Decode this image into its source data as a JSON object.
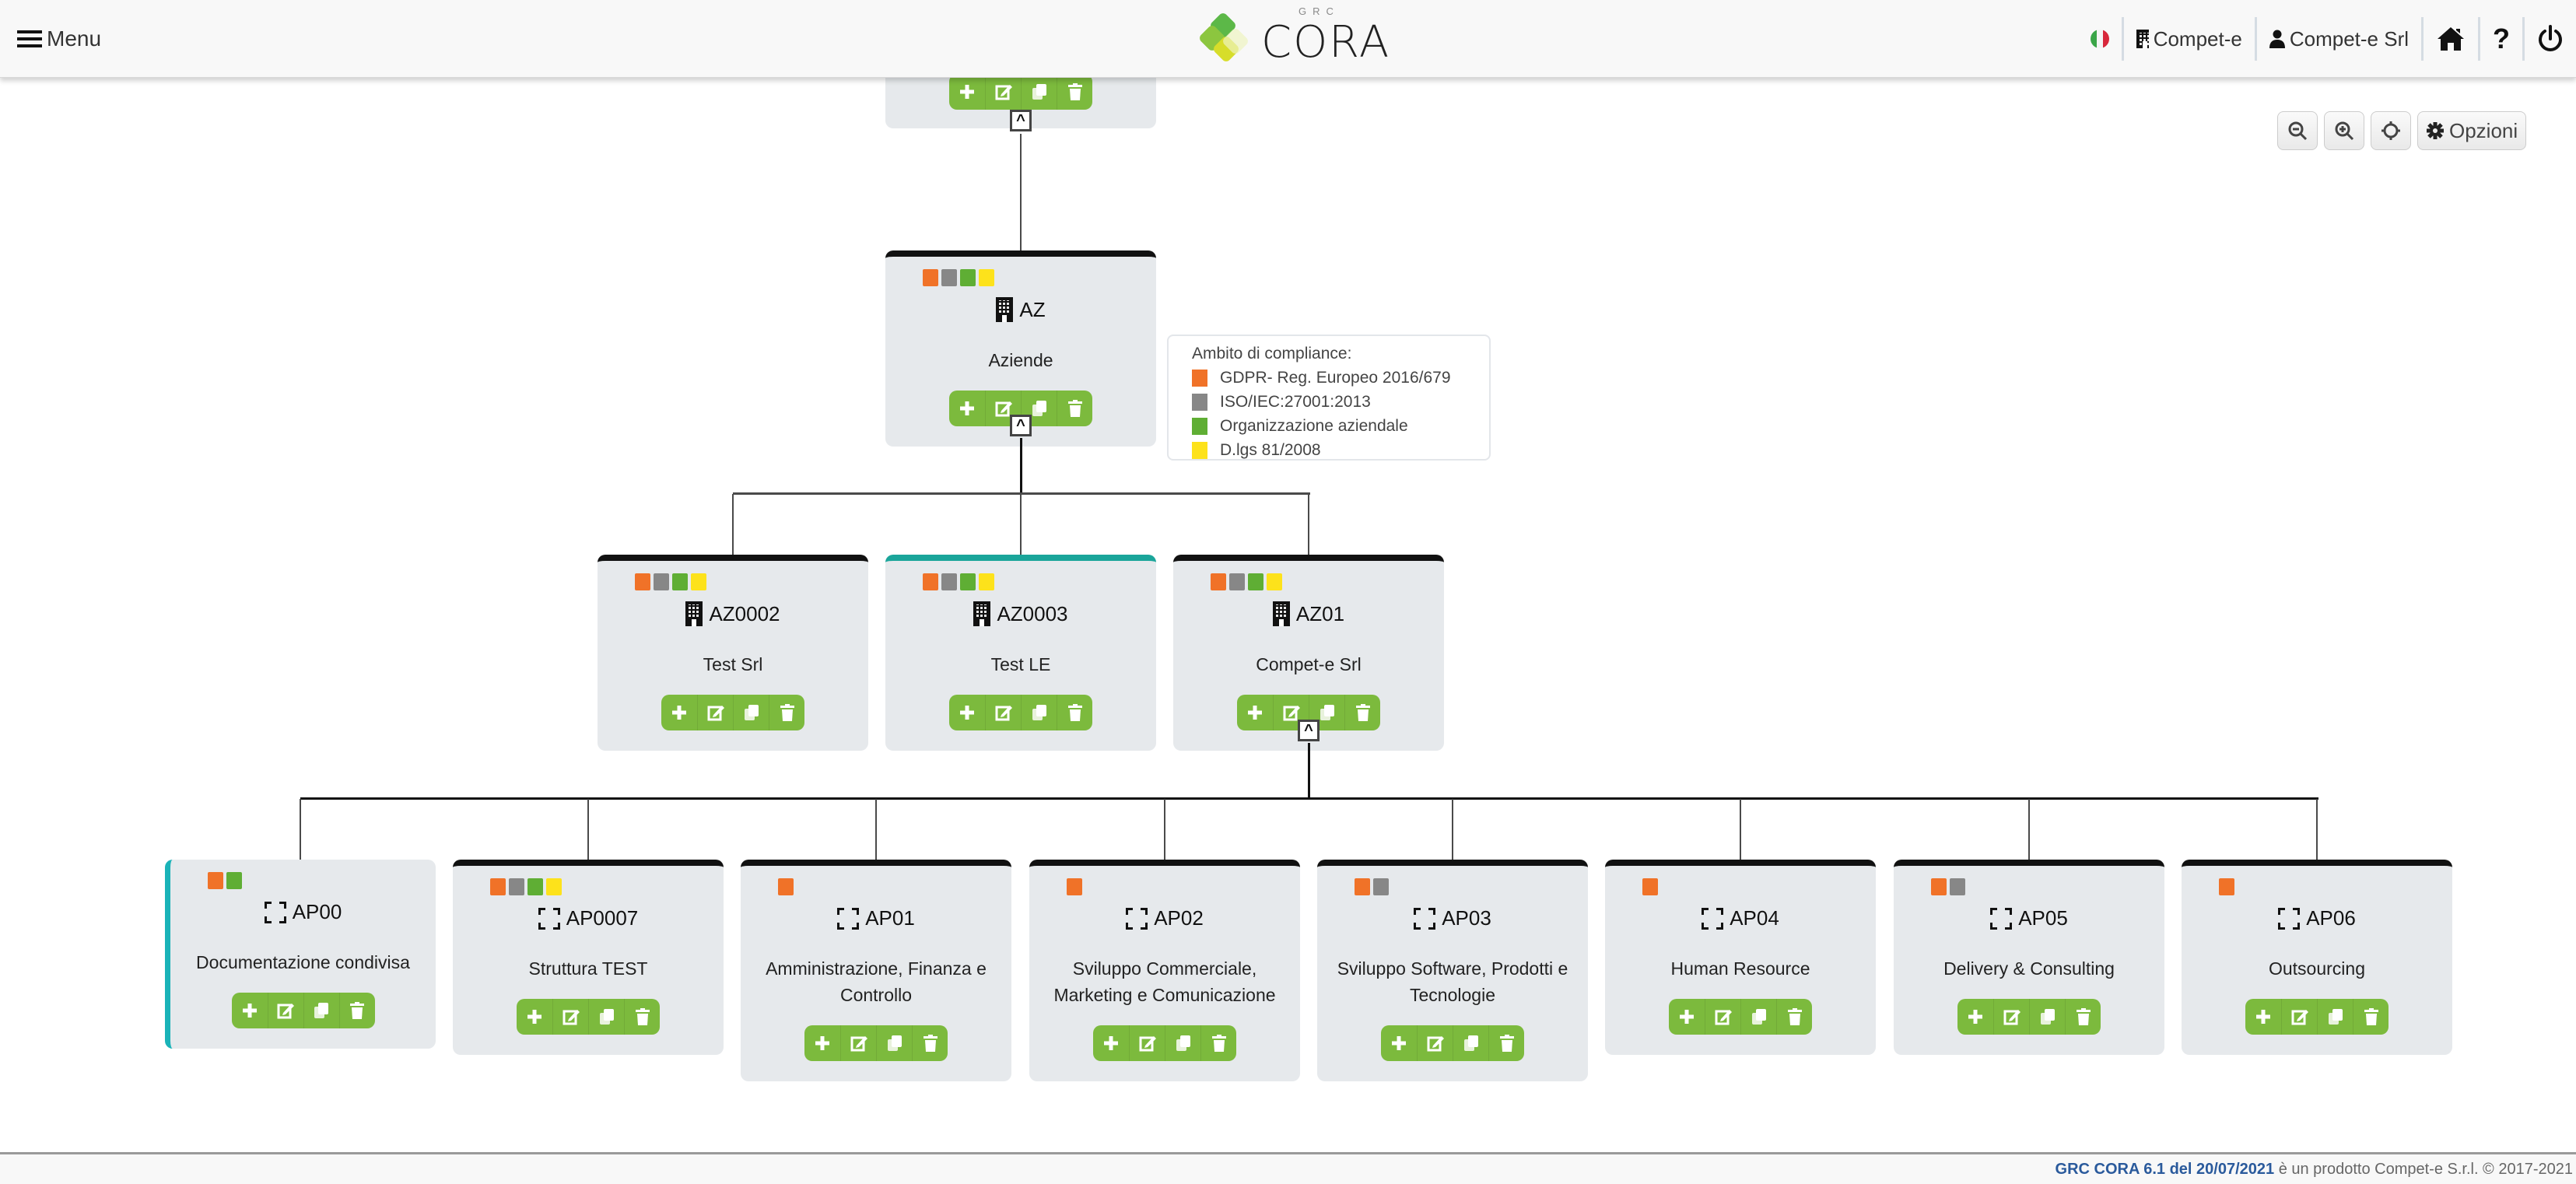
{
  "header": {
    "menu_label": "Menu",
    "logo": {
      "small": "GRC",
      "big": "CORA"
    },
    "language": "Italiano",
    "company": "Compet-e",
    "user": "Compet-e Srl",
    "home_icon": "home-icon",
    "help_icon": "help-icon",
    "power_icon": "power-icon"
  },
  "toolbar": {
    "zoom_out": "zoom-out-icon",
    "zoom_in": "zoom-in-icon",
    "center": "crosshair-icon",
    "options_label": "Opzioni"
  },
  "colors": {
    "gdpr": "#f07228",
    "iso": "#878787",
    "org": "#5fae34",
    "dlgs": "#fde21b",
    "action_green": "#7cba3d",
    "selected_teal": "#1aa59a"
  },
  "legend": {
    "title": "Ambito di compliance:",
    "items": [
      {
        "key": "gdpr",
        "label": "GDPR- Reg. Europeo 2016/679"
      },
      {
        "key": "iso",
        "label": "ISO/IEC:27001:2013"
      },
      {
        "key": "org",
        "label": "Organizzazione aziendale"
      },
      {
        "key": "dlgs",
        "label": "D.lgs 81/2008"
      }
    ]
  },
  "tree": {
    "root_partial": {
      "actions": [
        "add",
        "edit",
        "copy",
        "delete"
      ]
    },
    "level1": {
      "code": "AZ",
      "name": "Aziende",
      "compliance": [
        "gdpr",
        "iso",
        "org",
        "dlgs"
      ],
      "icon": "building-icon"
    },
    "level2": [
      {
        "code": "AZ0002",
        "name": "Test Srl",
        "compliance": [
          "gdpr",
          "iso",
          "org",
          "dlgs"
        ],
        "icon": "building-icon",
        "selected": false
      },
      {
        "code": "AZ0003",
        "name": "Test LE",
        "compliance": [
          "gdpr",
          "iso",
          "org",
          "dlgs"
        ],
        "icon": "building-icon",
        "selected": true
      },
      {
        "code": "AZ01",
        "name": "Compet-e Srl",
        "compliance": [
          "gdpr",
          "iso",
          "org",
          "dlgs"
        ],
        "icon": "building-icon",
        "selected": false
      }
    ],
    "level3": [
      {
        "code": "AP00",
        "name": "Documentazione condivisa",
        "compliance": [
          "gdpr",
          "org"
        ],
        "icon": "expand-icon",
        "selected": true
      },
      {
        "code": "AP0007",
        "name": "Struttura TEST",
        "compliance": [
          "gdpr",
          "iso",
          "org",
          "dlgs"
        ],
        "icon": "expand-icon"
      },
      {
        "code": "AP01",
        "name": "Amministrazione, Finanza e Controllo",
        "compliance": [
          "gdpr"
        ],
        "icon": "expand-icon"
      },
      {
        "code": "AP02",
        "name": "Sviluppo Commerciale, Marketing e Comunicazione",
        "compliance": [
          "gdpr"
        ],
        "icon": "expand-icon"
      },
      {
        "code": "AP03",
        "name": "Sviluppo Software, Prodotti e Tecnologie",
        "compliance": [
          "gdpr",
          "iso"
        ],
        "icon": "expand-icon"
      },
      {
        "code": "AP04",
        "name": "Human Resource",
        "compliance": [
          "gdpr"
        ],
        "icon": "expand-icon"
      },
      {
        "code": "AP05",
        "name": "Delivery & Consulting",
        "compliance": [
          "gdpr",
          "iso"
        ],
        "icon": "expand-icon"
      },
      {
        "code": "AP06",
        "name": "Outsourcing",
        "compliance": [
          "gdpr"
        ],
        "icon": "expand-icon"
      }
    ]
  },
  "footer": {
    "product": "GRC CORA 6.1 del 20/07/2021",
    "rest": " è un prodotto Compet-e S.r.l. © 2017-2021"
  }
}
